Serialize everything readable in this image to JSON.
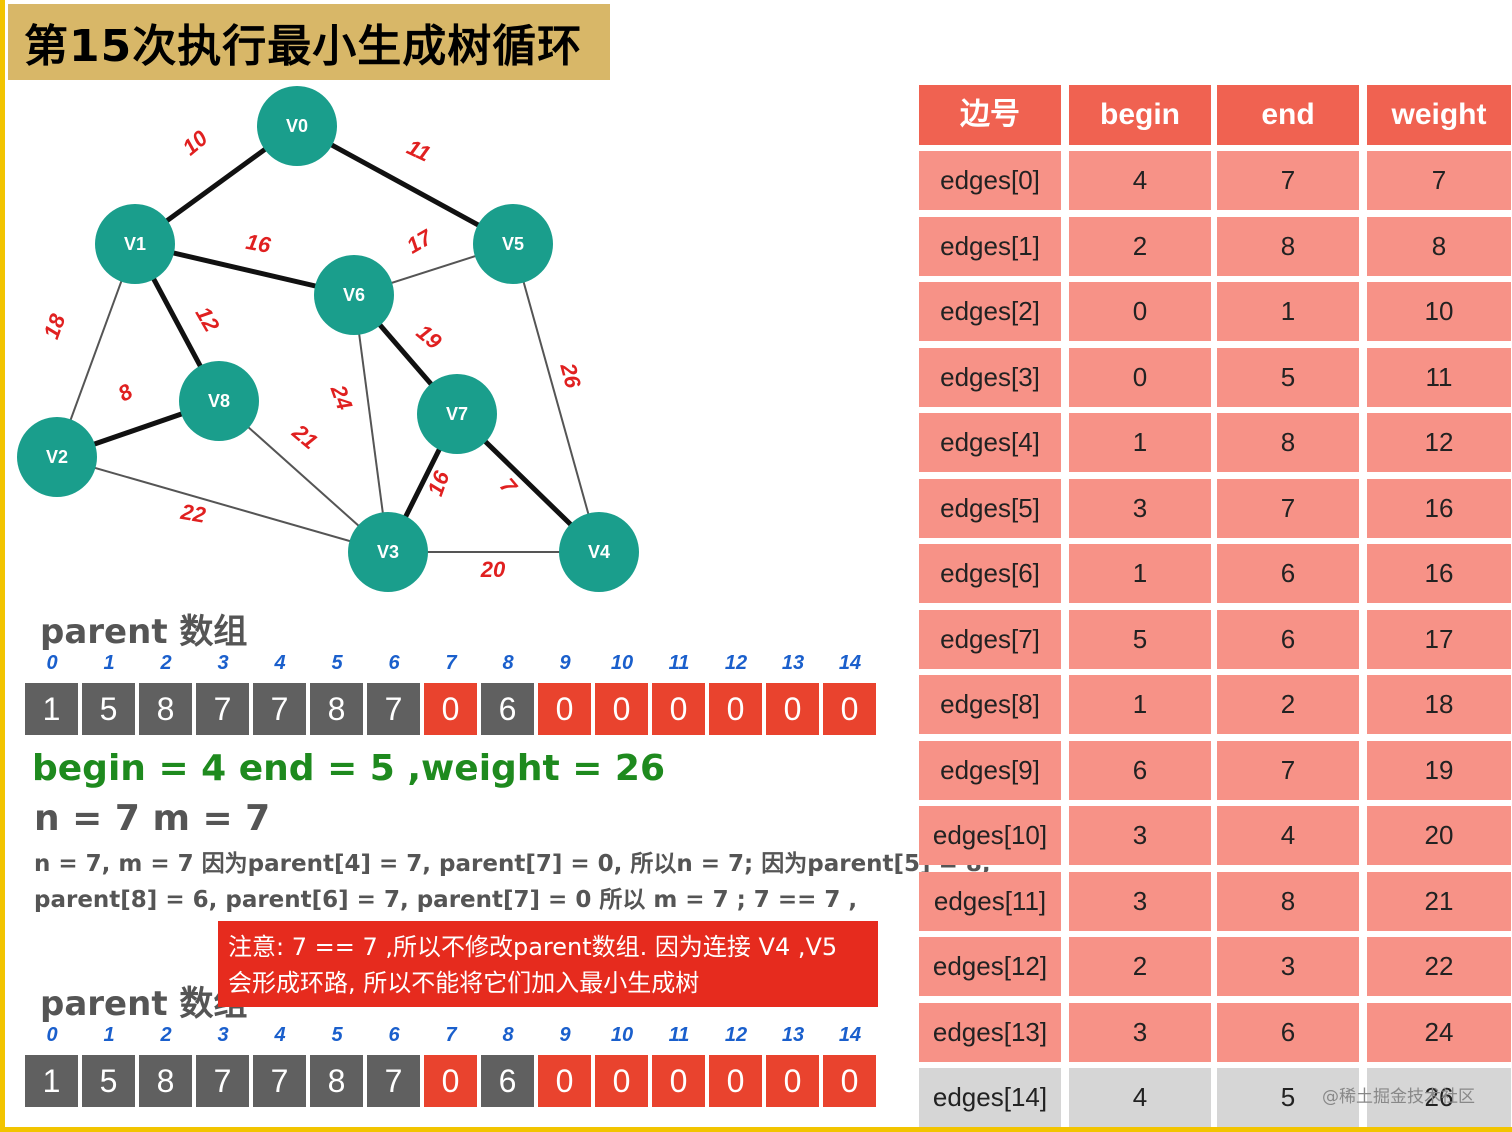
{
  "title": "第15次执行最小生成树循环",
  "graph": {
    "nodes": [
      {
        "id": "V0",
        "label": "V0"
      },
      {
        "id": "V1",
        "label": "V1"
      },
      {
        "id": "V2",
        "label": "V2"
      },
      {
        "id": "V3",
        "label": "V3"
      },
      {
        "id": "V4",
        "label": "V4"
      },
      {
        "id": "V5",
        "label": "V5"
      },
      {
        "id": "V6",
        "label": "V6"
      },
      {
        "id": "V7",
        "label": "V7"
      },
      {
        "id": "V8",
        "label": "V8"
      }
    ],
    "edges": [
      {
        "from": "V0",
        "to": "V1",
        "weight": "10",
        "bold": true
      },
      {
        "from": "V0",
        "to": "V5",
        "weight": "11",
        "bold": true
      },
      {
        "from": "V1",
        "to": "V6",
        "weight": "16",
        "bold": true
      },
      {
        "from": "V5",
        "to": "V6",
        "weight": "17",
        "bold": false
      },
      {
        "from": "V1",
        "to": "V2",
        "weight": "18",
        "bold": false
      },
      {
        "from": "V1",
        "to": "V8",
        "weight": "12",
        "bold": true
      },
      {
        "from": "V6",
        "to": "V7",
        "weight": "19",
        "bold": true
      },
      {
        "from": "V5",
        "to": "V4",
        "weight": "26",
        "bold": false
      },
      {
        "from": "V2",
        "to": "V8",
        "weight": "8",
        "bold": true
      },
      {
        "from": "V6",
        "to": "V3",
        "weight": "24",
        "bold": false
      },
      {
        "from": "V8",
        "to": "V3",
        "weight": "21",
        "bold": false
      },
      {
        "from": "V7",
        "to": "V3",
        "weight": "16",
        "bold": true
      },
      {
        "from": "V7",
        "to": "V4",
        "weight": "7",
        "bold": true
      },
      {
        "from": "V2",
        "to": "V3",
        "weight": "22",
        "bold": false
      },
      {
        "from": "V3",
        "to": "V4",
        "weight": "20",
        "bold": false
      }
    ]
  },
  "parent_top": {
    "title": "parent 数组",
    "indices": [
      "0",
      "1",
      "2",
      "3",
      "4",
      "5",
      "6",
      "7",
      "8",
      "9",
      "10",
      "11",
      "12",
      "13",
      "14"
    ],
    "values": [
      "1",
      "5",
      "8",
      "7",
      "7",
      "8",
      "7",
      "0",
      "6",
      "0",
      "0",
      "0",
      "0",
      "0",
      "0"
    ]
  },
  "parent_bottom": {
    "title": "parent 数组",
    "indices": [
      "0",
      "1",
      "2",
      "3",
      "4",
      "5",
      "6",
      "7",
      "8",
      "9",
      "10",
      "11",
      "12",
      "13",
      "14"
    ],
    "values": [
      "1",
      "5",
      "8",
      "7",
      "7",
      "8",
      "7",
      "0",
      "6",
      "0",
      "0",
      "0",
      "0",
      "0",
      "0"
    ]
  },
  "info": {
    "line1": "begin = 4 end = 5 ,weight = 26",
    "line2": "n = 7   m = 7",
    "line3": "n = 7, m = 7  因为parent[4] = 7, parent[7] = 0, 所以n = 7;   因为parent[5] = 8,",
    "line4": "parent[8] = 6, parent[6] = 7, parent[7] = 0 所以 m = 7 ;  7 == 7 ,"
  },
  "note": {
    "line1": "注意: 7 == 7 ,所以不修改parent数组. 因为连接 V4 ,V5",
    "line2": "会形成环路, 所以不能将它们加入最小生成树"
  },
  "table": {
    "headers": [
      "边号",
      "begin",
      "end",
      "weight"
    ],
    "rows": [
      [
        "edges[0]",
        "4",
        "7",
        "7"
      ],
      [
        "edges[1]",
        "2",
        "8",
        "8"
      ],
      [
        "edges[2]",
        "0",
        "1",
        "10"
      ],
      [
        "edges[3]",
        "0",
        "5",
        "11"
      ],
      [
        "edges[4]",
        "1",
        "8",
        "12"
      ],
      [
        "edges[5]",
        "3",
        "7",
        "16"
      ],
      [
        "edges[6]",
        "1",
        "6",
        "16"
      ],
      [
        "edges[7]",
        "5",
        "6",
        "17"
      ],
      [
        "edges[8]",
        "1",
        "2",
        "18"
      ],
      [
        "edges[9]",
        "6",
        "7",
        "19"
      ],
      [
        "edges[10]",
        "3",
        "4",
        "20"
      ],
      [
        "edges[11]",
        "3",
        "8",
        "21"
      ],
      [
        "edges[12]",
        "2",
        "3",
        "22"
      ],
      [
        "edges[13]",
        "3",
        "6",
        "24"
      ],
      [
        "edges[14]",
        "4",
        "5",
        "26"
      ]
    ],
    "highlight_row": 14
  },
  "watermark": "@稀土掘金技术社区",
  "colors": {
    "node": "#1a9e8c",
    "edge_label": "#e02020",
    "header": "#f06251",
    "cell": "#f79287",
    "filled_cell": "#606060",
    "empty_cell": "#e9432e",
    "note_bg": "#e62b1e",
    "title_bg": "#d8b768"
  }
}
